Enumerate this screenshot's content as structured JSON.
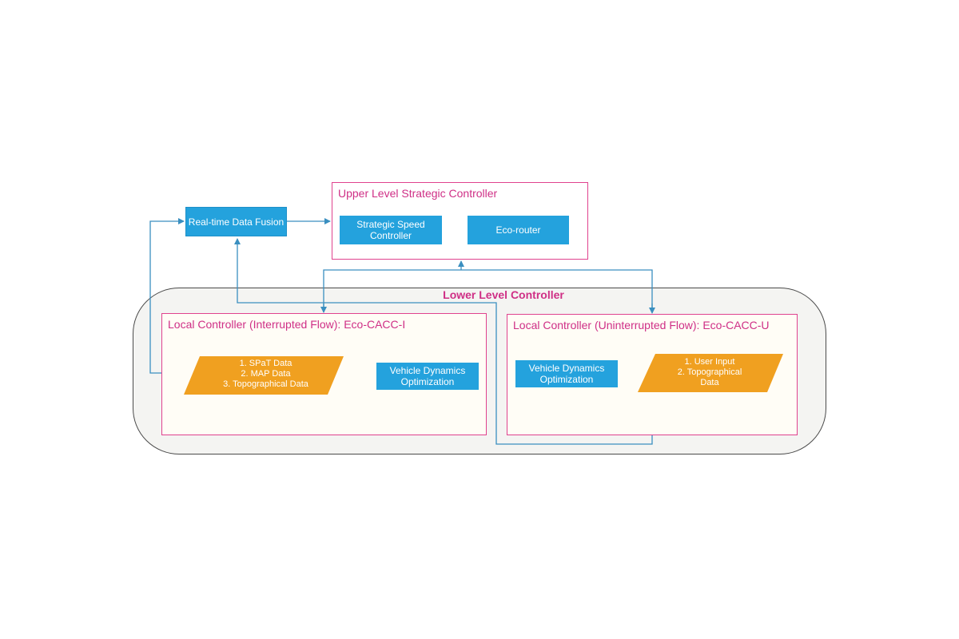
{
  "lower_level": {
    "title": "Lower Level Controller"
  },
  "upper_level": {
    "title": "Upper Level Strategic Controller",
    "strategic_speed_controller": [
      "Strategic Speed",
      "Controller"
    ],
    "eco_router": "Eco-router"
  },
  "data_fusion": {
    "label": "Real-time Data Fusion"
  },
  "local_interrupted": {
    "title": "Local Controller (Interrupted Flow): Eco-CACC-I",
    "inputs": [
      "1. SPaT Data",
      "2. MAP Data",
      "3. Topographical Data"
    ],
    "optimization": [
      "Vehicle Dynamics",
      "Optimization"
    ]
  },
  "local_uninterrupted": {
    "title": "Local Controller (Uninterrupted Flow): Eco-CACC-U",
    "inputs": [
      "1. User Input",
      "2. Topographical",
      "Data"
    ],
    "optimization": [
      "Vehicle Dynamics",
      "Optimization"
    ]
  },
  "colors": {
    "box_blue": "#24a2dd",
    "data_orange": "#f0a020",
    "border_pink": "#e0428e",
    "title_pink": "#cf2f86",
    "connector_blue": "#3a8fc0"
  }
}
